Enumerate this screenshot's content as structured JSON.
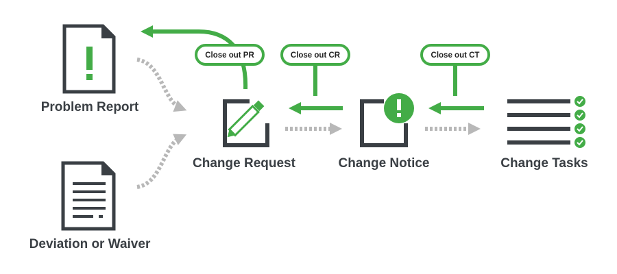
{
  "colors": {
    "accent_green": "#43ac47",
    "dark_gray": "#3a3f44",
    "dashed_gray": "#b8b8b8",
    "background": "#ffffff"
  },
  "nodes": {
    "problem_report": {
      "label": "Problem Report",
      "icon": "document-exclamation-icon"
    },
    "deviation_waiver": {
      "label": "Deviation or Waiver",
      "icon": "text-document-icon"
    },
    "change_request": {
      "label": "Change Request",
      "icon": "edit-pencil-icon"
    },
    "change_notice": {
      "label": "Change Notice",
      "icon": "notice-alert-icon"
    },
    "change_tasks": {
      "label": "Change Tasks",
      "icon": "task-list-checks-icon"
    }
  },
  "closeouts": {
    "pr": {
      "label": "Close out PR"
    },
    "cr": {
      "label": "Close out CR"
    },
    "ct": {
      "label": "Close out CT"
    }
  }
}
